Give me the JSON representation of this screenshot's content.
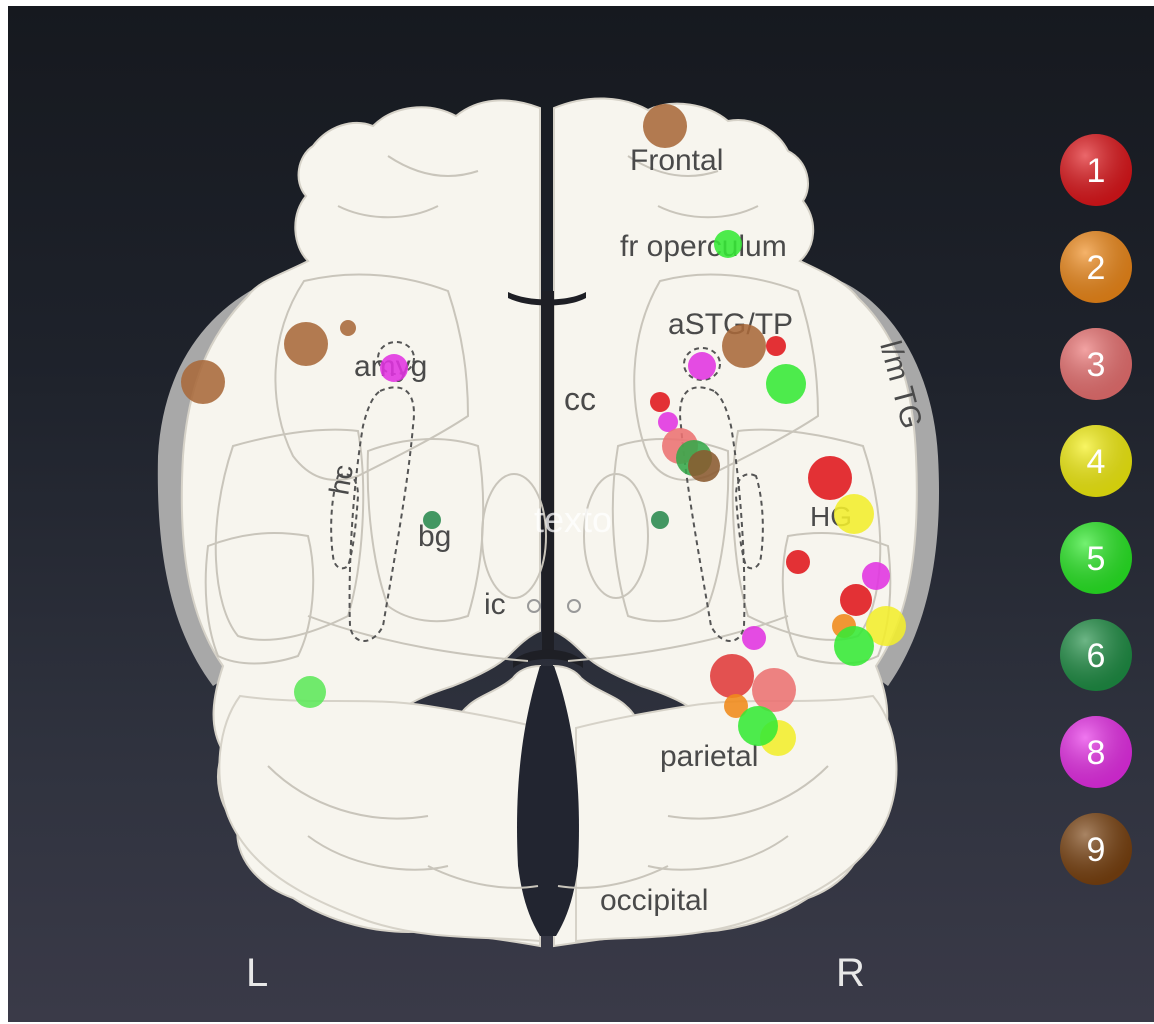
{
  "regions": {
    "frontal": "Frontal",
    "fr_operculum": "fr operculum",
    "astg_tp": "aSTG/TP",
    "lm_tg": "l/m TG",
    "cc": "cc",
    "ic": "ic",
    "bg": "bg",
    "hc": "hc",
    "amyg": "amyg",
    "hg": "HG",
    "parietal": "parietal",
    "occipital": "occipital"
  },
  "overlay_text": "texto",
  "side_labels": {
    "left": "L",
    "right": "R"
  },
  "legend": [
    {
      "label": "1",
      "color": "#e0161b"
    },
    {
      "label": "2",
      "color": "#f08a1a"
    },
    {
      "label": "3",
      "color": "#ec7272"
    },
    {
      "label": "4",
      "color": "#f5f00f"
    },
    {
      "label": "5",
      "color": "#29ea25"
    },
    {
      "label": "6",
      "color": "#1f8f45"
    },
    {
      "label": "8",
      "color": "#e82ee8"
    },
    {
      "label": "9",
      "color": "#7a4210"
    }
  ],
  "colors": {
    "background": "#1e222b",
    "brain": "#f7f5ee",
    "temporal_gray": "#a8a8a8",
    "outline": "#c9c5bb"
  }
}
